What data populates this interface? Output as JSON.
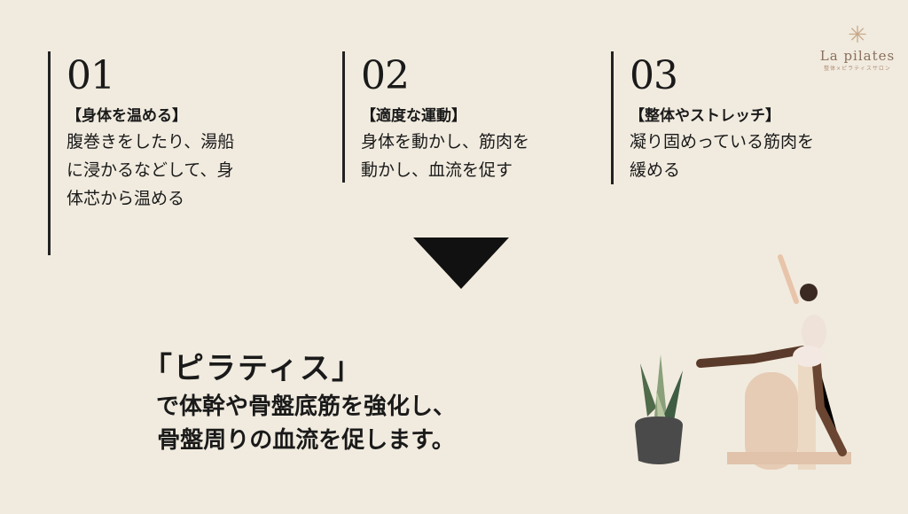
{
  "logo": {
    "name": "La pilates",
    "tagline": "整体×ピラティスサロン"
  },
  "steps": [
    {
      "number": "01",
      "heading": "【身体を温める】",
      "text": "腹巻きをしたり、湯船\nに浸かるなどして、身\n体芯から温める"
    },
    {
      "number": "02",
      "heading": "【適度な運動】",
      "text": "身体を動かし、筋肉を\n動かし、血流を促す"
    },
    {
      "number": "03",
      "heading": "【整体やストレッチ】",
      "text": "凝り固めっている筋肉を\n緩める"
    }
  ],
  "conclusion": {
    "title": "「ピラティス」",
    "text": "で体幹や骨盤底筋を強化し、\n骨盤周りの血流を促します。"
  }
}
